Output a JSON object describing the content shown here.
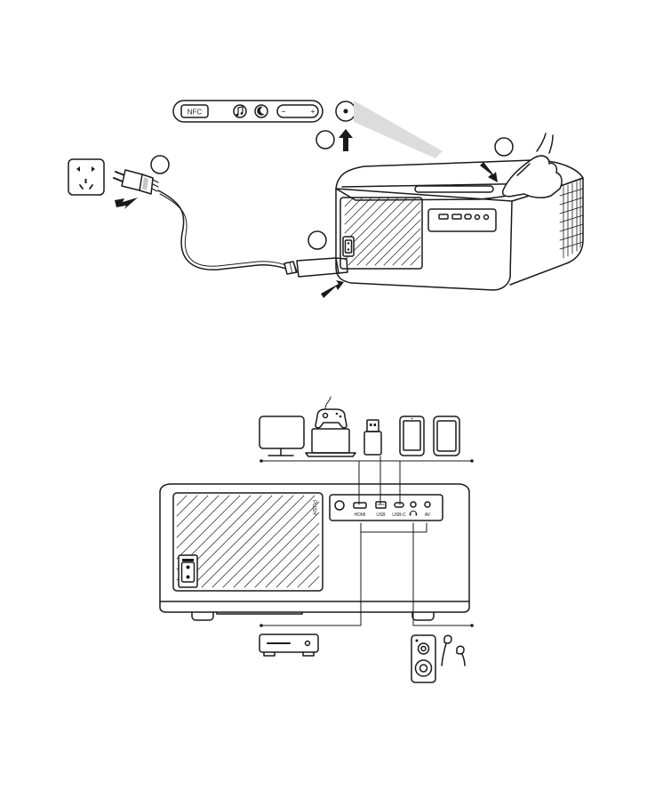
{
  "setup": {
    "control_panel": {
      "nfc_label": "NFC",
      "minus_label": "−",
      "plus_label": "+"
    }
  },
  "ports": {
    "hdmi_label": "HDMI",
    "usb_label": "USB",
    "usbc_label": "USB-C",
    "av_label": "AV",
    "push_label": "PUSH"
  },
  "icons": {
    "outlet": "power-outlet-icon",
    "plug": "power-plug-icon",
    "arrow": "arrow-icon",
    "hand": "hand-pointer-icon",
    "music": "music-note-icon",
    "moon": "moon-icon",
    "monitor": "monitor-icon",
    "laptop": "laptop-icon",
    "gamepad": "gamepad-icon",
    "usb_drive": "usb-drive-icon",
    "tablet": "tablet-icon",
    "phone": "smartphone-icon",
    "set_top_box": "set-top-box-icon",
    "speaker": "speaker-icon",
    "earphones": "earphones-icon"
  },
  "colors": {
    "line": "#1a1a1a",
    "beam": "#d9d9d9"
  }
}
